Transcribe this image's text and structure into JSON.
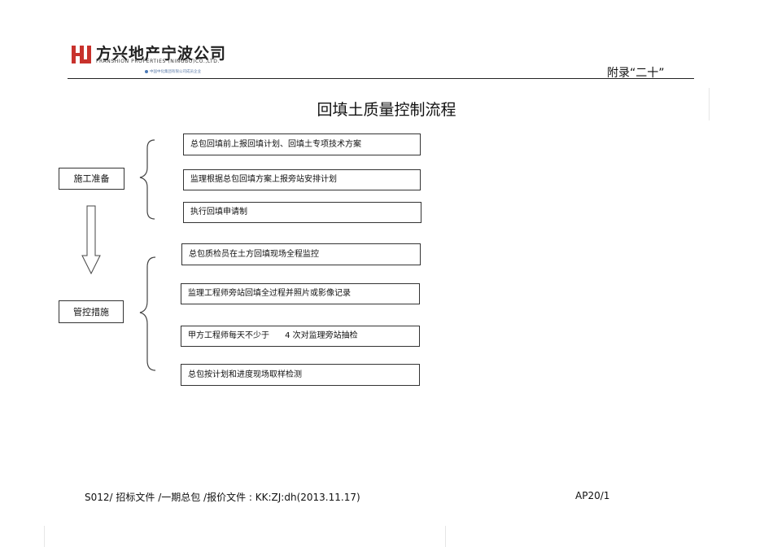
{
  "header": {
    "company_cn": "方兴地产宁波公司",
    "company_en": "FRANSHION PROPERTIES (NINGBO)CO.,LTD.",
    "company_sub": "中国中化集团有限公司成员企业",
    "appendix": "附录“二十”"
  },
  "title": "回填土质量控制流程",
  "stages": [
    {
      "label": "施工准备",
      "steps": [
        "总包回填前上报回填计划、回填土专项技术方案",
        "监理根据总包回填方案上报旁站安排计划",
        "执行回填申请制"
      ]
    },
    {
      "label": "管控措施",
      "steps": [
        "总包质检员在土方回填现场全程监控",
        "监理工程师旁站回填全过程并照片或影像记录",
        "甲方工程师每天不少于      4 次对监理旁站抽检",
        "总包按计划和进度现场取样检测"
      ]
    }
  ],
  "footer": {
    "left": "S012/ 招标文件 /一期总包 /报价文件 : KK:ZJ:dh(2013.11.17)",
    "right": "AP20/1"
  },
  "colors": {
    "logo_red": "#c8322d",
    "line": "#333333"
  }
}
